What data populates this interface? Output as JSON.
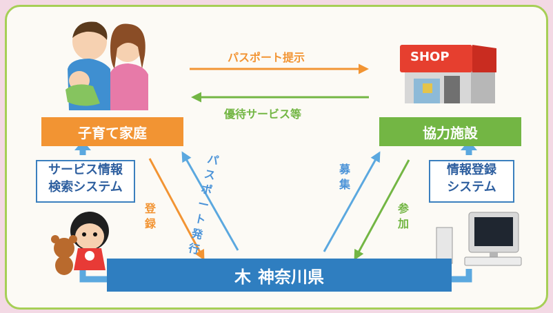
{
  "diagram": {
    "family_label": "子育て家庭",
    "partner_label": "協力施設",
    "prefecture_label": "神奈川県",
    "passport_present": "パスポート提示",
    "benefit_service": "優待サービス等",
    "register_v": "登録",
    "passport_issue_v": "パスポート発行",
    "recruit_v": "募集",
    "participate_v": "参加",
    "left_system": "サービス情報\n検索システム",
    "right_system": "情報登録\nシステム",
    "shop_sign": "SHOP"
  },
  "colors": {
    "orange": "#f29433",
    "green": "#73b644",
    "blue": "#2f7ec0",
    "light_blue": "#5ba8df"
  }
}
